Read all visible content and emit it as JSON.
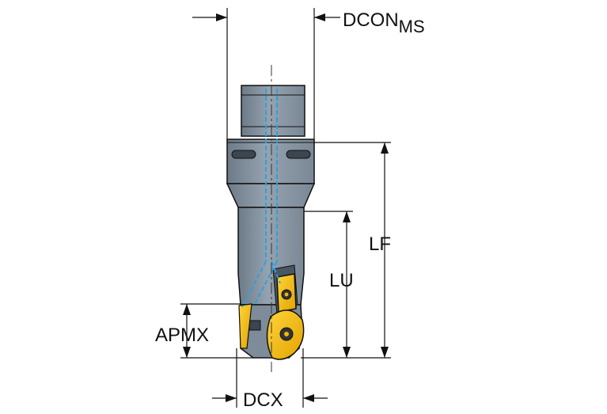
{
  "labels": {
    "dcon": "DCON",
    "dcon_sub": "MS",
    "lf": "LF",
    "lu": "LU",
    "apmx": "APMX",
    "dcx": "DCX"
  },
  "colors": {
    "body": "#8a98a5",
    "body_dark": "#6f7d8a",
    "coolant": "#2f9fe0",
    "insert": "#f2b705",
    "line": "#111111"
  }
}
